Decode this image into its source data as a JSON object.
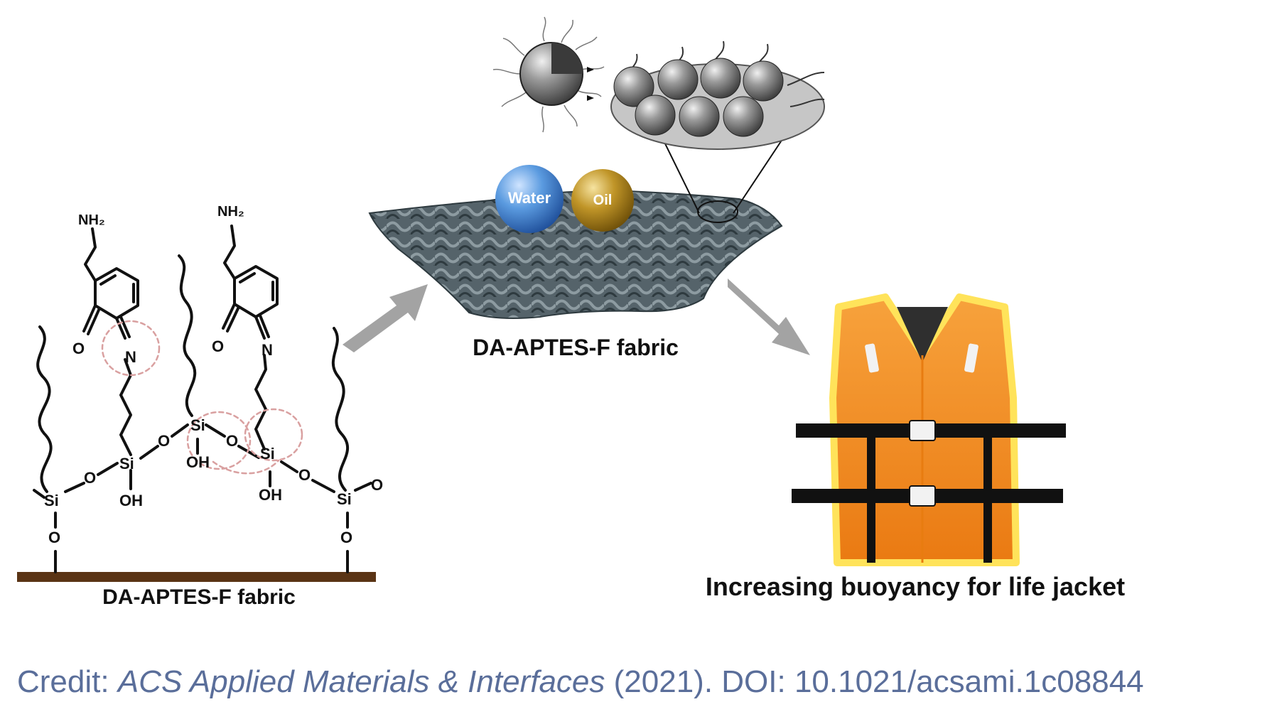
{
  "chem": {
    "nh2_left": "NH₂",
    "nh2_right": "NH₂",
    "o": "O",
    "n": "N",
    "si": "Si",
    "oh": "OH"
  },
  "labels": {
    "fabric_chem": "DA-APTES-F fabric",
    "fabric_center": "DA-APTES-F fabric",
    "water": "Water",
    "oil": "Oil",
    "life_jacket": "Increasing buoyancy for life jacket"
  },
  "credit": {
    "prefix": "Credit: ",
    "journal": "ACS Applied Materials & Interfaces",
    "suffix": " (2021). DOI: 10.1021/acsami.1c08844"
  },
  "colors": {
    "substrate": "#5a3415",
    "arrow": "#a3a3a3",
    "fabric": "#4f5a5e",
    "water": "#4f8fd6",
    "oil": "#b48a1c",
    "vest": "#f08a22",
    "vest_glow": "#ffe35a",
    "strap": "#111111",
    "credit": "#5a6e9a"
  }
}
